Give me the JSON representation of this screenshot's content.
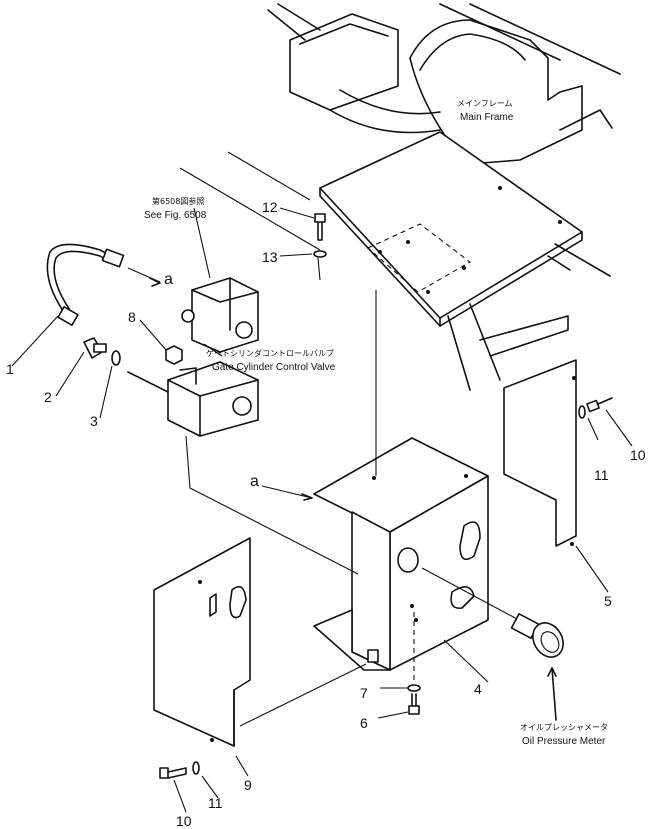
{
  "callouts": {
    "n1": "1",
    "n2": "2",
    "n3": "3",
    "n4": "4",
    "n5": "5",
    "n6": "6",
    "n7": "7",
    "n8": "8",
    "n9": "9",
    "n10a": "10",
    "n10b": "10",
    "n11a": "11",
    "n11b": "11",
    "n12": "12",
    "n13": "13"
  },
  "labels": {
    "main_frame_jp": "メインフレーム",
    "main_frame_en": "Main Frame",
    "see_fig_jp": "第6508図参照",
    "see_fig_en": "See Fig. 6508",
    "gate_valve_jp": "ゲートシリンダコントロールバルブ",
    "gate_valve_en": "Gate Cylinder Control Valve",
    "oil_meter_jp": "オイルプレッシャメータ",
    "oil_meter_en": "Oil Pressure Meter",
    "ref_a1": "a",
    "ref_a2": "a"
  }
}
